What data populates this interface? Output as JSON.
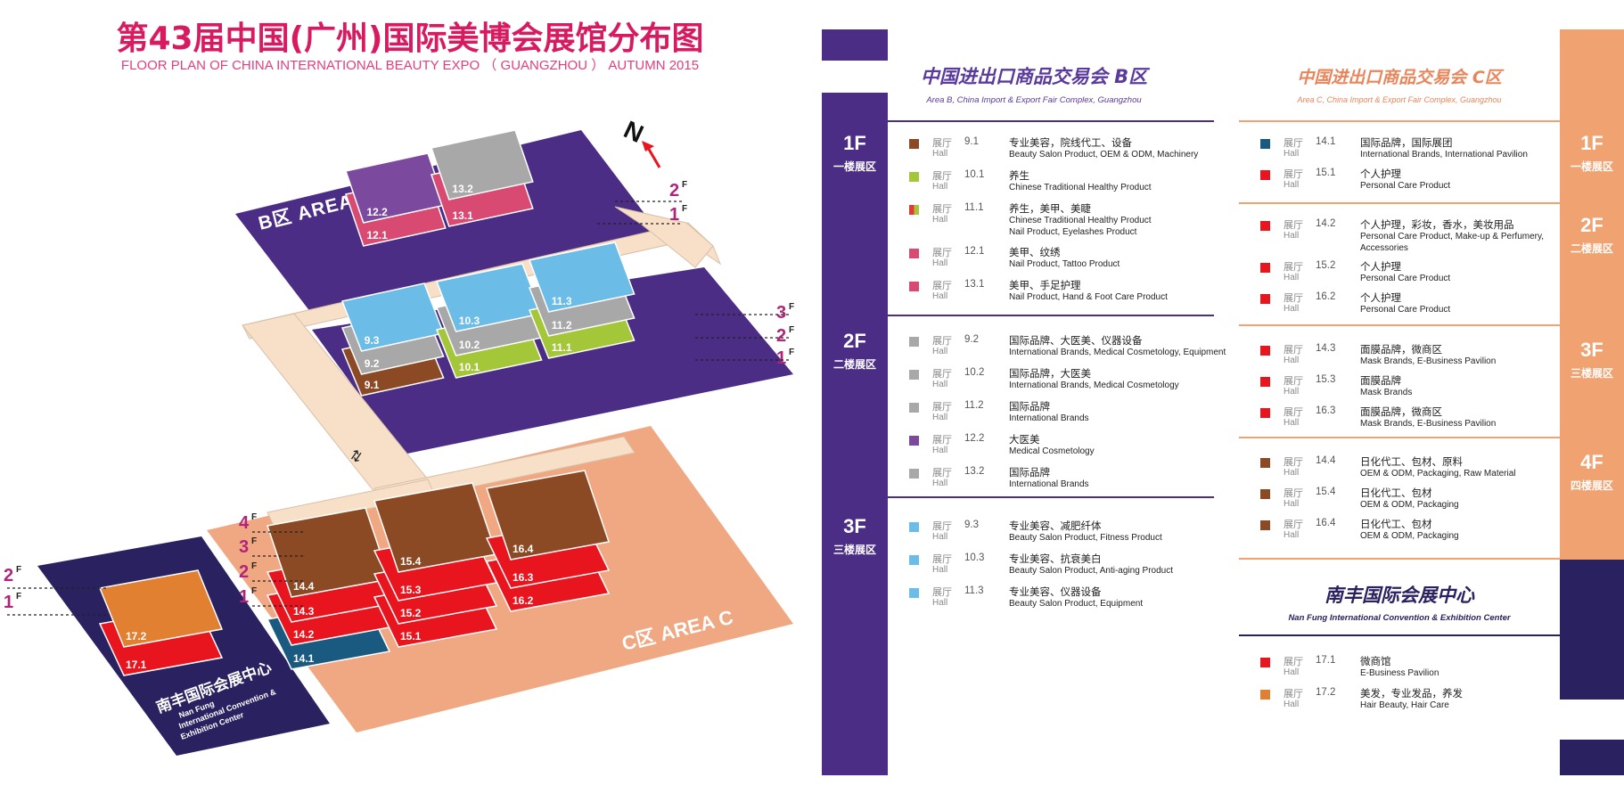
{
  "header": {
    "title_cn": "第43届中国(广州)国际美博会展馆分布图",
    "title_en": "FLOOR PLAN OF CHINA INTERNATIONAL BEAUTY EXPO （ GUANGZHOU ） AUTUMN 2015"
  },
  "map": {
    "north": "N",
    "area_b_label": "B区 AREA B",
    "area_c_label": "C区 AREA C",
    "nanfung_label_cn": "南丰国际会展中心",
    "nanfung_label_en_1": "Nan Fung",
    "nanfung_label_en_2": "International Convention &",
    "nanfung_label_en_3": "Exhibition Center",
    "floor_markers": {
      "f1": "1",
      "f2": "2",
      "f3": "3",
      "f4": "4",
      "f_sub": "F"
    },
    "halls": {
      "h12_2": "12.2",
      "h12_1": "12.1",
      "h13_2": "13.2",
      "h13_1": "13.1",
      "h9_3": "9.3",
      "h9_2": "9.2",
      "h9_1": "9.1",
      "h10_3": "10.3",
      "h10_2": "10.2",
      "h10_1": "10.1",
      "h11_3": "11.3",
      "h11_2": "11.2",
      "h11_1": "11.1",
      "h14_4": "14.4",
      "h14_3": "14.3",
      "h14_2": "14.2",
      "h14_1": "14.1",
      "h15_4": "15.4",
      "h15_3": "15.3",
      "h15_2": "15.2",
      "h15_1": "15.1",
      "h16_4": "16.4",
      "h16_3": "16.3",
      "h16_2": "16.2",
      "h17_2": "17.2",
      "h17_1": "17.1"
    }
  },
  "colors": {
    "purple_area": "#4b2d86",
    "salmon_area": "#f0a882",
    "navy_area": "#2a2160",
    "walkway": "#f8e0c8",
    "brown": "#8b4a24",
    "red": "#e8141e",
    "gray": "#a8a8a8",
    "light_blue": "#6bbce6",
    "green": "#a4c639",
    "pink": "#d84a72",
    "violet": "#7b4a9e",
    "dark_blue": "#1a5a80",
    "orange": "#e08030",
    "title_pink": "#d81b60",
    "zone_b_title": "#5a3a9c",
    "zone_c_title": "#e8855a"
  },
  "legend": {
    "hall_cn": "展厅",
    "hall_en": "Hall",
    "zone_b": {
      "title": "中国进出口商品交易会 B区",
      "subtitle": "Area B, China Import & Export Fair Complex, Guangzhou",
      "floors": [
        {
          "floor": "1F",
          "label": "一楼展区",
          "entries": [
            {
              "num": "9.1",
              "color": "brown",
              "cn": "专业美容，院线代工、设备",
              "en": "Beauty Salon Product, OEM & ODM, Machinery"
            },
            {
              "num": "10.1",
              "color": "green",
              "cn": "养生",
              "en": "Chinese Traditional Healthy Product"
            },
            {
              "num": "11.1",
              "color": "split",
              "cn": "养生，美甲、美睫",
              "en": "Chinese Traditional Healthy Product",
              "en2": "Nail Product, Eyelashes Product"
            },
            {
              "num": "12.1",
              "color": "pink",
              "cn": "美甲、纹绣",
              "en": "Nail Product, Tattoo Product"
            },
            {
              "num": "13.1",
              "color": "pink",
              "cn": "美甲、手足护理",
              "en": "Nail Product, Hand & Foot Care Product"
            }
          ]
        },
        {
          "floor": "2F",
          "label": "二楼展区",
          "entries": [
            {
              "num": "9.2",
              "color": "gray",
              "cn": "国际品牌、大医美、仪器设备",
              "en": "International Brands, Medical Cosmetology, Equipment"
            },
            {
              "num": "10.2",
              "color": "gray",
              "cn": "国际品牌，大医美",
              "en": "International Brands,  Medical Cosmetology"
            },
            {
              "num": "11.2",
              "color": "gray",
              "cn": "国际品牌",
              "en": "International Brands"
            },
            {
              "num": "12.2",
              "color": "violet",
              "cn": "大医美",
              "en": "Medical Cosmetology"
            },
            {
              "num": "13.2",
              "color": "gray",
              "cn": "国际品牌",
              "en": "International Brands"
            }
          ]
        },
        {
          "floor": "3F",
          "label": "三楼展区",
          "entries": [
            {
              "num": "9.3",
              "color": "light_blue",
              "cn": "专业美容、减肥纤体",
              "en": "Beauty Salon Product, Fitness Product"
            },
            {
              "num": "10.3",
              "color": "light_blue",
              "cn": "专业美容、抗衰美白",
              "en": "Beauty Salon Product, Anti-aging Product"
            },
            {
              "num": "11.3",
              "color": "light_blue",
              "cn": "专业美容、仪器设备",
              "en": "Beauty Salon Product, Equipment"
            }
          ]
        }
      ]
    },
    "zone_c": {
      "title": "中国进出口商品交易会 C区",
      "subtitle": "Area C, China Import & Export Fair Complex, Guangzhou",
      "floors": [
        {
          "floor": "1F",
          "label": "一楼展区",
          "entries": [
            {
              "num": "14.1",
              "color": "dark_blue",
              "cn": "国际品牌，国际展团",
              "en": "International Brands, International Pavilion"
            },
            {
              "num": "15.1",
              "color": "red",
              "cn": "个人护理",
              "en": "Personal Care Product"
            }
          ]
        },
        {
          "floor": "2F",
          "label": "二楼展区",
          "entries": [
            {
              "num": "14.2",
              "color": "red",
              "cn": "个人护理，彩妆，香水，美妆用品",
              "en": "Personal Care Product, Make-up & Perfumery,",
              "en2": "Accessories"
            },
            {
              "num": "15.2",
              "color": "red",
              "cn": "个人护理",
              "en": "Personal Care Product"
            },
            {
              "num": "16.2",
              "color": "red",
              "cn": "个人护理",
              "en": "Personal Care Product"
            }
          ]
        },
        {
          "floor": "3F",
          "label": "三楼展区",
          "entries": [
            {
              "num": "14.3",
              "color": "red",
              "cn": "面膜品牌，微商区",
              "en": "Mask Brands, E-Business Pavilion"
            },
            {
              "num": "15.3",
              "color": "red",
              "cn": "面膜品牌",
              "en": "Mask Brands"
            },
            {
              "num": "16.3",
              "color": "red",
              "cn": "面膜品牌，微商区",
              "en": "Mask Brands, E-Business Pavilion"
            }
          ]
        },
        {
          "floor": "4F",
          "label": "四楼展区",
          "entries": [
            {
              "num": "14.4",
              "color": "brown",
              "cn": "日化代工、包材、原料",
              "en": "OEM & ODM, Packaging, Raw Material"
            },
            {
              "num": "15.4",
              "color": "brown",
              "cn": "日化代工、包材",
              "en": "OEM & ODM, Packaging"
            },
            {
              "num": "16.4",
              "color": "brown",
              "cn": "日化代工、包材",
              "en": "OEM & ODM, Packaging"
            }
          ]
        }
      ]
    },
    "zone_n": {
      "title": "南丰国际会展中心",
      "subtitle": "Nan Fung International Convention & Exhibition Center",
      "entries": [
        {
          "num": "17.1",
          "color": "red",
          "cn": "微商馆",
          "en": "E-Business Pavilion"
        },
        {
          "num": "17.2",
          "color": "orange",
          "cn": "美发，专业发品，养发",
          "en": "Hair Beauty, Hair Care"
        }
      ]
    }
  }
}
